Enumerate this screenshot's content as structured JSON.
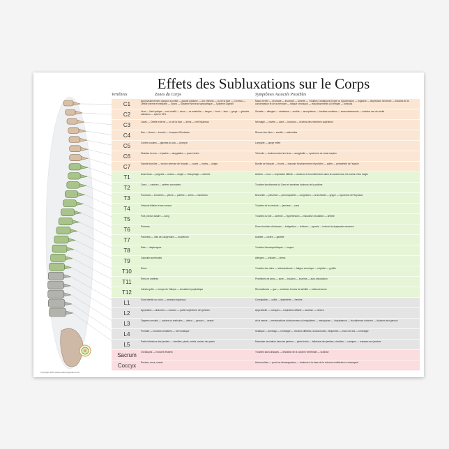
{
  "title": "Effets des Subluxations sur le Corps",
  "headers": {
    "vertebrae": "Vertèbres",
    "zones": "Zones du Corps",
    "symptoms": "Symptômes Associés Possibles"
  },
  "copyright": "Copyright 2016 www.anatomyposters.com",
  "rows": [
    {
      "label": "C1",
      "group": "c",
      "zone": "Approvisionnement sanguin à la tête — glande pituitaire — cuir chevelu — os de la face — Cerveau — Oreille interne et médiane — Grand — Système Nerveux sympathique — Système Digestif",
      "symptoms": "Maux de tête — nervosité — insomnie — Anxiété — Troubles Cardiaques (hyper ou hypotension) — migraine — dépression nerveuse — troubles de la concentration et de la mémoire — fatigue chronique — étourdissements ou vertiges — torticolis"
    },
    {
      "label": "C2",
      "group": "c",
      "zone": "Yeux — Nerf optique — nerf auditif — sinus — os mastoïde — langue — front — face — gorge — glandes salivaires — sphère ORL",
      "symptoms": "Sinusite — allergies — strabisme — surdité — acouphènes — troubles oculaires — évanouissements — certains cas de cécité"
    },
    {
      "label": "C3",
      "group": "c",
      "zone": "Joues — Oreille externe — os de la face — dents — nerf trijumeau",
      "symptoms": "Névralgie — névrite — acné — boutons — eczéma des membres supérieurs"
    },
    {
      "label": "C4",
      "group": "c",
      "zone": "Nez — lèvres — bouche — trompes d'Eustache",
      "symptoms": "Rhume des foins — surdité — adénoïdes"
    },
    {
      "label": "C5",
      "group": "c",
      "zone": "Cordes vocales — glandes du cou — pharynx",
      "symptoms": "Laryngite — gorge irritée"
    },
    {
      "label": "C6",
      "group": "c",
      "zone": "Muscles du cou — épaules — amygdales — pouce index",
      "symptoms": "Torticolis — douleurs dans les bras — amygdalite — syndrome du canal carpien"
    },
    {
      "label": "C7",
      "group": "c",
      "zone": "Glande thyroïde — bourse séreuse de l'épaule — coude — mains — doigts",
      "symptoms": "Bursite de l'épaule — rhume — mauvais fonctionnement thyroïdien — goitre — périarthrite de l'épaule"
    },
    {
      "label": "T1",
      "group": "t",
      "zone": "Avant bras — poignets — mains — doigts — Oesophage — trachée",
      "symptoms": "Asthme — toux — respiration difficile — douleurs et fourmillements dans les avant-bras, les mains et les doigts"
    },
    {
      "label": "T2",
      "group": "t",
      "zone": "Cœur — valvules — artères coronaires",
      "symptoms": "Troubles fonctionnels du Cœur et certaines douleurs de la poitrine"
    },
    {
      "label": "T3",
      "group": "t",
      "zone": "Poumons — bronches — plèvre — poitrine — seins — mamelons",
      "symptoms": "Bronchite — pleurésie — pneumopathie — congestion — bronchiolite — grippe — syndrome de Raynaud"
    },
    {
      "label": "T4",
      "group": "t",
      "zone": "Vésicule biliaire et ses canaux",
      "symptoms": "Troubles de la vésicule — jaunisse — zona"
    },
    {
      "label": "T5",
      "group": "t",
      "zone": "Foie, plexus solaire — sang",
      "symptoms": "Troubles du foie — anémie — hypertension — mauvaise circulation — arthrite"
    },
    {
      "label": "T6",
      "group": "t",
      "zone": "Estomac",
      "symptoms": "Divers troubles d'estomac — indigestion — brûlures — pyrosis — incluant la dyspepsie nerveuse"
    },
    {
      "label": "T7",
      "group": "t",
      "zone": "Pancréas — îlots de Langerhans — duodénum",
      "symptoms": "Diabète — ulcère — gastrite"
    },
    {
      "label": "T8",
      "group": "t",
      "zone": "Rate — diaphragme",
      "symptoms": "Troubles hématopoïétiques — hoquet"
    },
    {
      "label": "T9",
      "group": "t",
      "zone": "Capsules surrénales",
      "symptoms": "Allergies — urticaire — stress"
    },
    {
      "label": "T10",
      "group": "t",
      "zone": "Reins",
      "symptoms": "Troubles des reins — artériosclérose — fatigue chronique — néphrite — pyélite"
    },
    {
      "label": "T11",
      "group": "t",
      "zone": "Reins et uretères",
      "symptoms": "Problèmes de peau — acné — boutons — eczéma — auto-intoxication"
    },
    {
      "label": "T12",
      "group": "t",
      "zone": "Intestin grêle — trompe de Fallope — circulation lymphatique",
      "symptoms": "Rhumatismes — gaz — certaines formes de stérilité — ballonnements"
    },
    {
      "label": "L1",
      "group": "l",
      "zone": "Gros intestin ou colon — anneaux inguinaux",
      "symptoms": "Constipation — colite — dysentérie — hernies"
    },
    {
      "label": "L2",
      "group": "l",
      "zone": "Appendice — abdomen — coecum — partie supérieure des jambes",
      "symptoms": "Appendicite — crampes — respiration difficile — acidose — varices"
    },
    {
      "label": "L3",
      "group": "l",
      "zone": "Organes sexuels — ovaires ou testicules — utérus — genoux — vessie",
      "symptoms": "de la vessie — menstruations douloureuses ou irrégulières — ménopause — impuissance — incontinence nocturne — douleurs aux genoux"
    },
    {
      "label": "L4",
      "group": "l",
      "zone": "Prostate — muscles lombaires — nerf sciatique",
      "symptoms": "Sciatique — lumbago — lombalgie — mictions difficiles, douloureuses, fréquentes — maux de dos — lombalgie"
    },
    {
      "label": "L5",
      "group": "l",
      "zone": "Partie inférieure des jambes — chevilles, pieds, orteils, arches des pieds",
      "symptoms": "Mauvaise circulation dans les jambes — pieds froids — faiblesse des jambes, chevilles — crampes — crampes aux jambes"
    },
    {
      "label": "Sacrum",
      "group": "s",
      "zone": "Os iliaques — muscles fessiers",
      "symptoms": "Troubles sacro-iliaques — déviation de la colonne vertébrale — scoliose"
    },
    {
      "label": "Coccyx",
      "group": "s",
      "zone": "Rectum, anus, vessie",
      "symptoms": "Hémorroïdes — prurit ou démangeaison — douleurs à la base de la colonne vertébrale en s'asseyant"
    }
  ]
}
